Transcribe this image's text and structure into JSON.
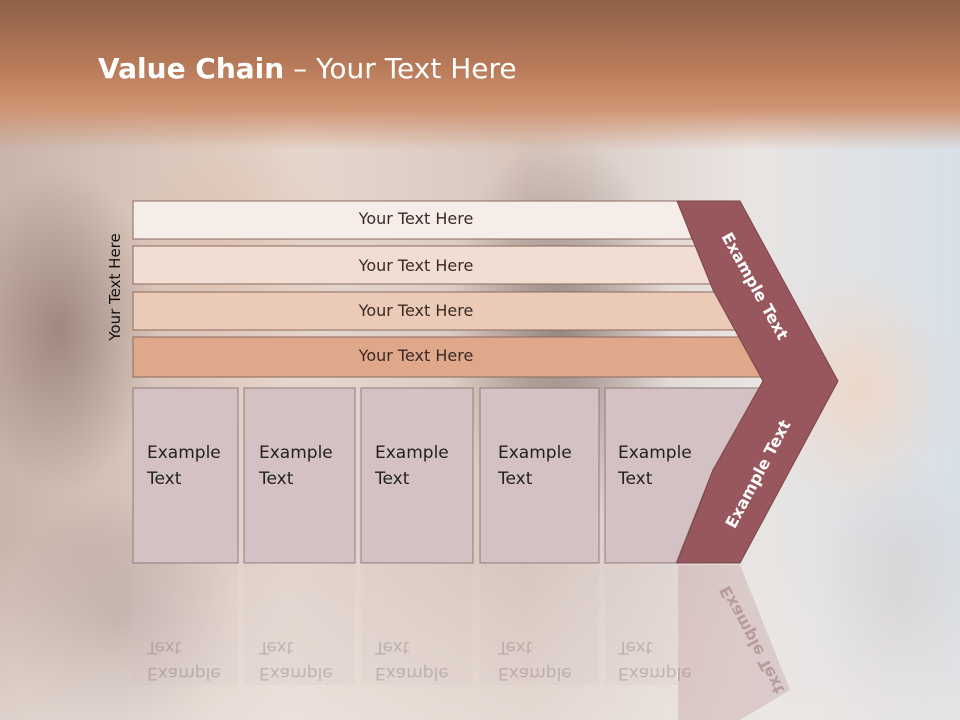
{
  "slide": {
    "title_main": "Value Chain",
    "title_rest": " – Your Text Here",
    "vertical_label": "Your Text Here"
  },
  "rows": [
    {
      "label": "Your Text Here",
      "color": "#f6ede9"
    },
    {
      "label": "Your Text Here",
      "color": "#f1ddd2"
    },
    {
      "label": "Your Text Here",
      "color": "#ebcab7"
    },
    {
      "label": "Your Text Here",
      "color": "#dfa88a"
    }
  ],
  "boxes": [
    {
      "line1": "Example",
      "line2": "Text"
    },
    {
      "line1": "Example",
      "line2": "Text"
    },
    {
      "line1": "Example",
      "line2": "Text"
    },
    {
      "line1": "Example",
      "line2": "Text"
    },
    {
      "line1": "Example",
      "line2": "Text"
    }
  ],
  "chevron": {
    "upper_label": "Example Text",
    "lower_label": "Example Text",
    "color": "#98575c"
  },
  "colors": {
    "box_fill": "#d4c1c3",
    "header": "#b97b5a",
    "title_text": "#ffffff"
  }
}
